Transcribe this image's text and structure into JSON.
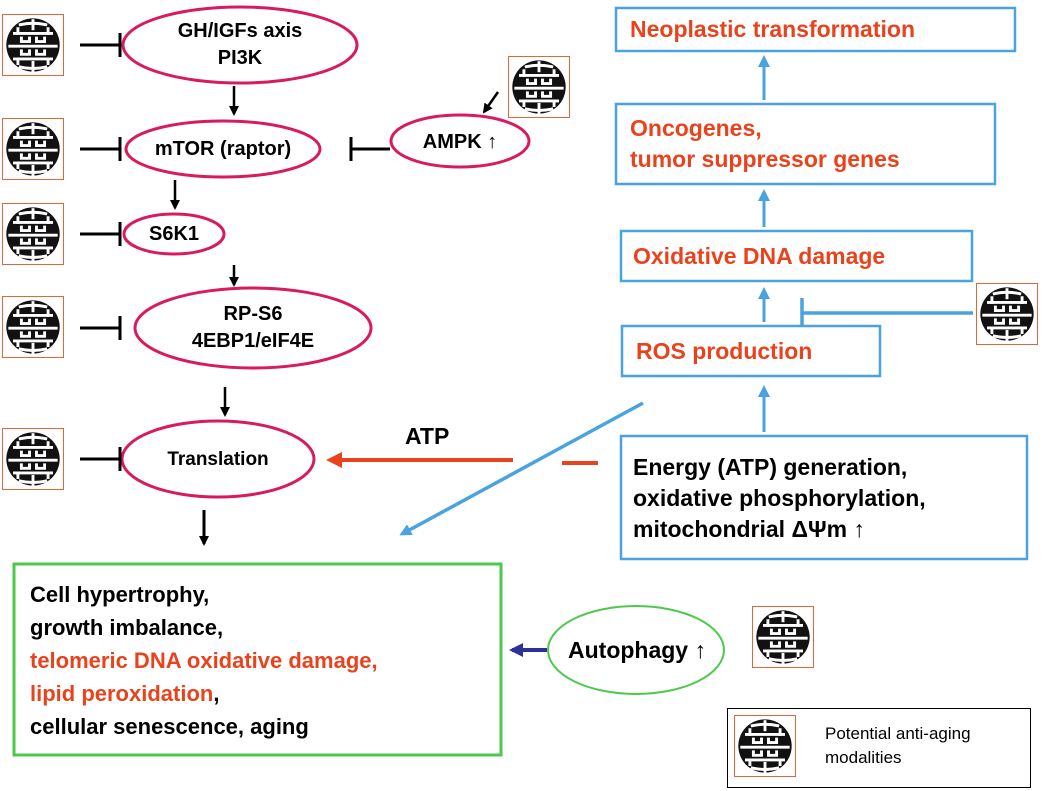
{
  "pathway": {
    "gh_igf_line1": "GH/IGFs axis",
    "gh_igf_line2": "PI3K",
    "mtor": "mTOR (raptor)",
    "ampk": "AMPK ↑",
    "s6k1": "S6K1",
    "rps6_line1": "RP-S6",
    "rps6_line2": "4EBP1/eIF4E",
    "translation": "Translation",
    "atp_label": "ATP"
  },
  "right_chain": {
    "neoplastic": "Neoplastic transformation",
    "oncogenes_line1": "Oncogenes,",
    "oncogenes_line2": "tumor suppressor genes",
    "oxidative_dna": "Oxidative DNA damage",
    "ros": "ROS production",
    "energy_line1": "Energy (ATP) generation,",
    "energy_line2": "oxidative phosphorylation,",
    "energy_line3": "mitochondrial ΔΨm ↑"
  },
  "outcome": {
    "line1": "Cell hypertrophy,",
    "line2": "growth imbalance,",
    "line3": "telomeric DNA oxidative damage,",
    "line4": "lipid peroxidation",
    "line4_suffix": ",",
    "line5": "cellular senescence, aging"
  },
  "autophagy": "Autophagy ↑",
  "legend": {
    "line1": "Potential anti-aging",
    "line2": "modalities",
    "icon": "longevity-symbol-icon"
  },
  "colors": {
    "magenta": "#d81b60",
    "blue": "#4aa3df",
    "red_text": "#e8431d",
    "red_arrow": "#e8431d",
    "green": "#4cc94c",
    "navy_arrow": "#2f2f9a",
    "icon_border": "#e0663c"
  }
}
